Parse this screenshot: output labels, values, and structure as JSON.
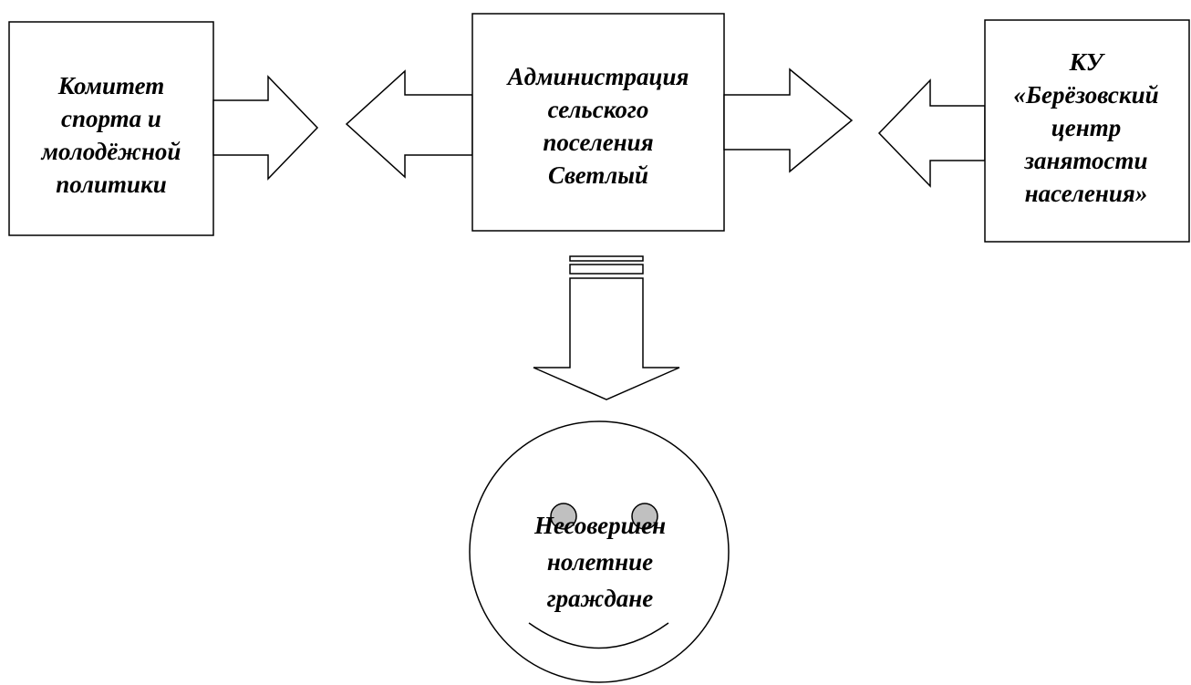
{
  "diagram": {
    "committee_label": "Комитет\nспорта и\nмолодёжной\nполитики",
    "administration_label": "Администрация\nсельского\nпоселения\nСветлый",
    "employment_center_label": "КУ\n«Берёзовский\nцентр\nзанятости\nнаселения»",
    "minors_label": "Несовершен\nнолетние\nграждане"
  },
  "colors": {
    "stroke": "#000000",
    "fill": "#ffffff",
    "eye_fill": "#c0c0c0"
  }
}
